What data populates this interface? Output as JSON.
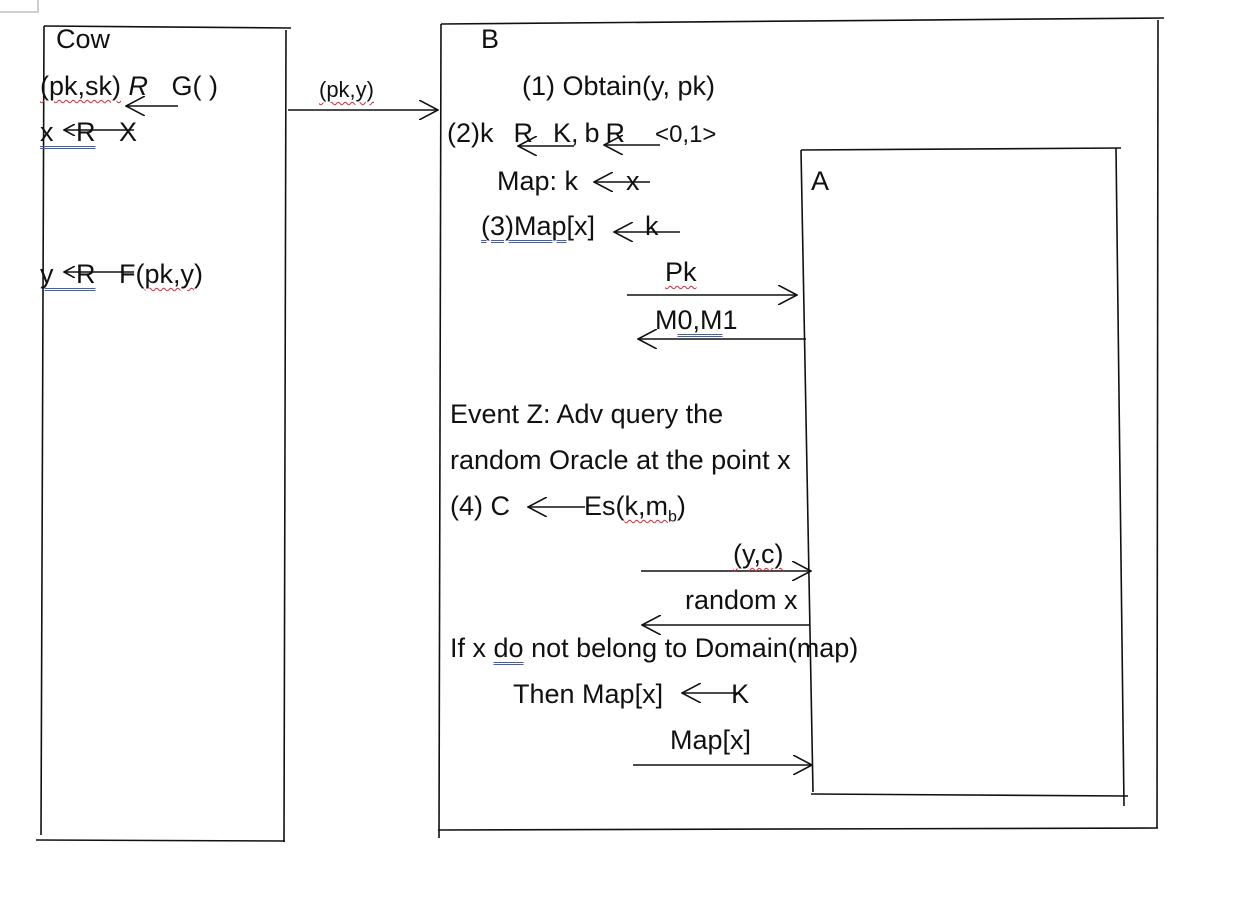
{
  "colors": {
    "ink": "#111111",
    "spell_squiggle": "#dd2233",
    "grammar_double": "#3a5fbf"
  },
  "boxes": {
    "cow": "Cow",
    "b": "B",
    "a": "A"
  },
  "cow": {
    "keygen": {
      "pair": "(pk,sk)",
      "r": "R",
      "g": "G( )"
    },
    "sample_x": {
      "x": "x",
      "r": "R",
      "set": "X"
    },
    "compute_y": {
      "y": "y",
      "r": "R",
      "f_prefix": "F(",
      "f_args": "pk,y",
      "f_suffix": ")"
    }
  },
  "arrow_to_b": {
    "label": "(pk,y)"
  },
  "b": {
    "step1": "(1) Obtain(y, pk)",
    "step2": {
      "prefix": "(2)k",
      "r1": "R",
      "kb": "K,",
      "b": "b",
      "r2": "R",
      "range": "<0,1>"
    },
    "map_line": {
      "prefix": "Map: k",
      "x": "x"
    },
    "step3": {
      "num": "(3)",
      "map": "Map",
      "idx": "[x]",
      "k": "k"
    },
    "event_line1": "Event Z: Adv query the",
    "event_line2": "random Oracle at the point x",
    "step4": {
      "prefix": "(4) C",
      "es": "Es(",
      "args": "k,m",
      "sub": "b",
      "suffix": ")"
    },
    "cond_line": {
      "pre": "If x ",
      "do": "do",
      "post": " not belong to Domain(map)"
    },
    "then_line": {
      "pre": "Then Map[x]",
      "k": "K"
    }
  },
  "messages": {
    "pk": "Pk",
    "m0m1_pre": "M",
    "m0m1_ul": "0,M",
    "m0m1_post": "1",
    "yc": "(y,c)",
    "random_x": "random x",
    "map_x": "Map[x]"
  }
}
